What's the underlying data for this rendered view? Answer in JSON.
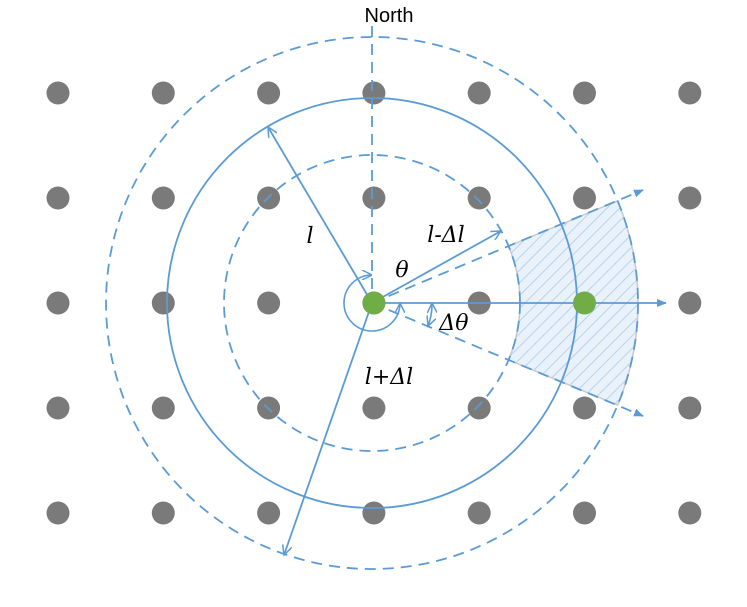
{
  "labels": {
    "north": "North",
    "l": "l",
    "l_minus": "l-Δl",
    "l_plus": "l+Δl",
    "theta": "θ",
    "delta_theta": "Δθ"
  },
  "grid": {
    "columns": 7,
    "rows": 5,
    "highlighted_points": [
      {
        "col": 3,
        "row": 2
      },
      {
        "col": 5,
        "row": 2
      }
    ]
  },
  "colors": {
    "line": "#5b9bd5",
    "grid_point": "#7a7a7a",
    "highlight_point": "#70ad47",
    "sector_fill": "#e9f1fa",
    "hatch": "#9dc3e6"
  }
}
